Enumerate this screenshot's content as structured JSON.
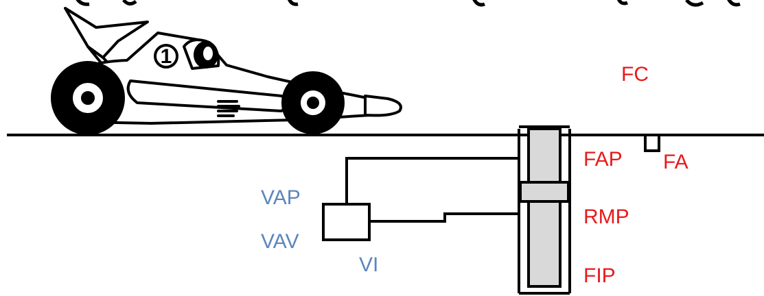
{
  "header": {
    "title_fragment": "... y ... ... ... ... ...p ... ...p ... ...g..."
  },
  "car": {
    "number": "1"
  },
  "labels": {
    "fc": "FC",
    "fap": "FAP",
    "fa": "FA",
    "rmp": "RMP",
    "fip": "FIP",
    "vap": "VAP",
    "vav": "VAV",
    "vi": "VI"
  },
  "colors": {
    "red_label": "#e8191b",
    "blue_label": "#5b86be",
    "line": "#000000",
    "cylinder_fill": "#d9d9d9"
  }
}
